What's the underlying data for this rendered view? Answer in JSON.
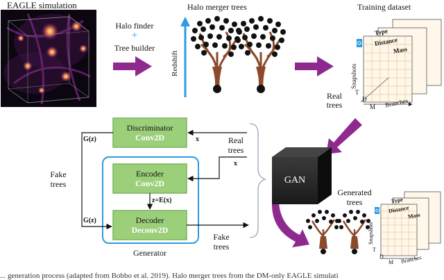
{
  "diagram": {
    "eagle_title": "EAGLE simulation",
    "halo_finder": "Halo finder",
    "plus": "+",
    "tree_builder": "Tree builder",
    "merger_trees_title": "Halo merger trees",
    "redshift": "Redshift",
    "training_title": "Training dataset",
    "dataset_layers": [
      "Type",
      "Distance",
      "Mass"
    ],
    "snapshots": "Snapshots",
    "axis_t": "T",
    "axis_d": "D",
    "axis_m": "M",
    "branches": "Branches",
    "real_trees_right": [
      "Real",
      "trees"
    ],
    "discriminator": {
      "name": "Discriminator",
      "op": "Conv2D"
    },
    "encoder": {
      "name": "Encoder",
      "op": "Conv2D"
    },
    "decoder": {
      "name": "Decoder",
      "op": "Deconv2D"
    },
    "latent": "z=E(x)",
    "gz_top": "G(z)",
    "gz_bottom": "G(z)",
    "x_top": "x",
    "x_mid": "x",
    "real_trees_mid": [
      "Real",
      "trees"
    ],
    "fake_trees_left": [
      "Fake",
      "trees"
    ],
    "fake_trees_bottom": [
      "Fake",
      "trees"
    ],
    "generator": "Generator",
    "gan": "GAN",
    "generated_trees": [
      "Generated",
      "trees"
    ],
    "caption_fragment": "... generation process (adapted from Bobbo et al. 2019). Halo merger trees from the DM-only EAGLE simulati"
  },
  "colors": {
    "purple": "#8e2a8e",
    "blue": "#2d9be0",
    "green_box": "#9ccf7a",
    "green_border": "#7ab35a",
    "tree_trunk": "#8b4a2b",
    "caption_blue": "#3355aa"
  }
}
